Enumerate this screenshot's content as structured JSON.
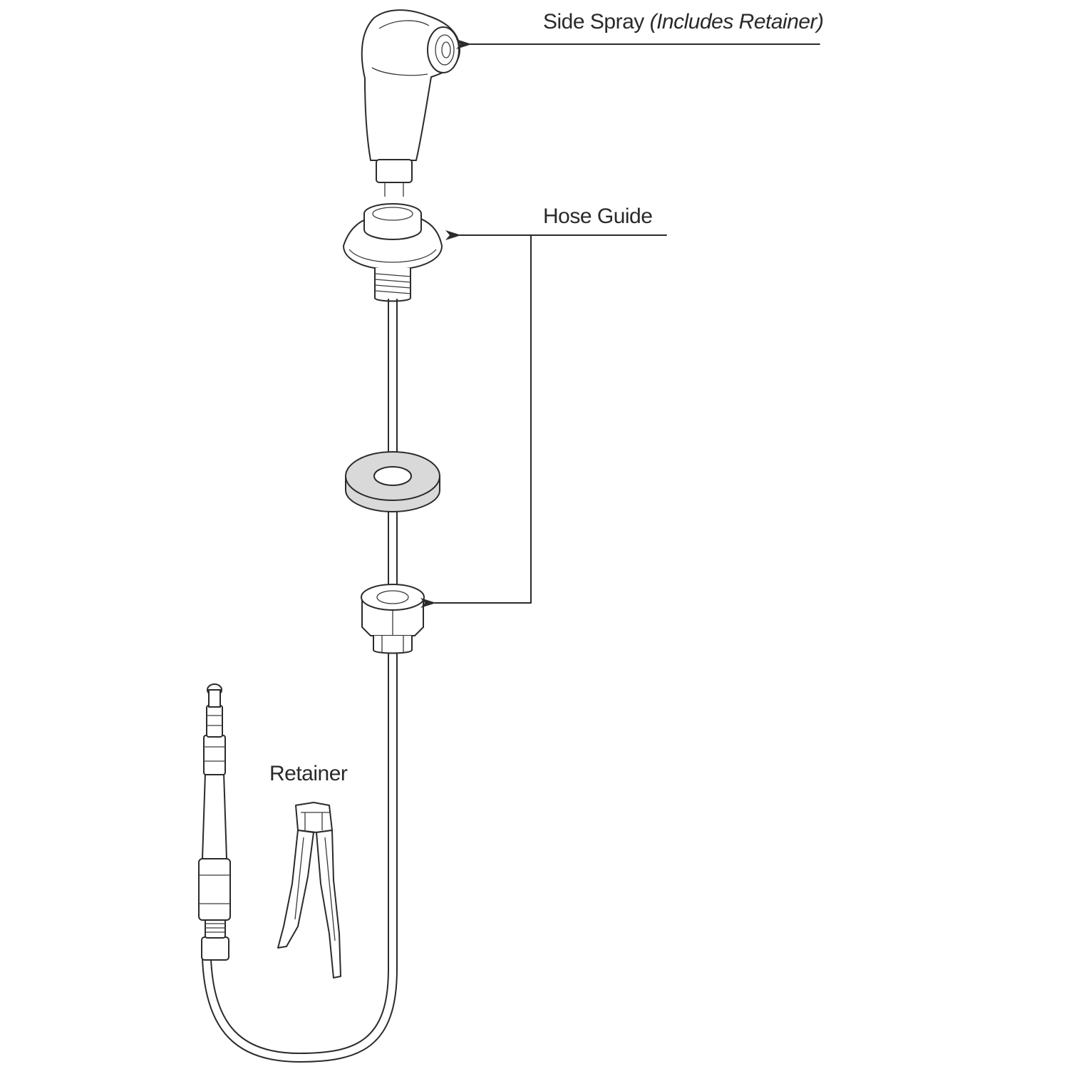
{
  "labels": {
    "side_spray": "Side Spray",
    "side_spray_note": "(Includes Retainer)",
    "hose_guide": "Hose Guide",
    "retainer": "Retainer"
  },
  "colors": {
    "line": "#2b2b2b",
    "washer": "#d9d9d9",
    "background": "#ffffff"
  }
}
